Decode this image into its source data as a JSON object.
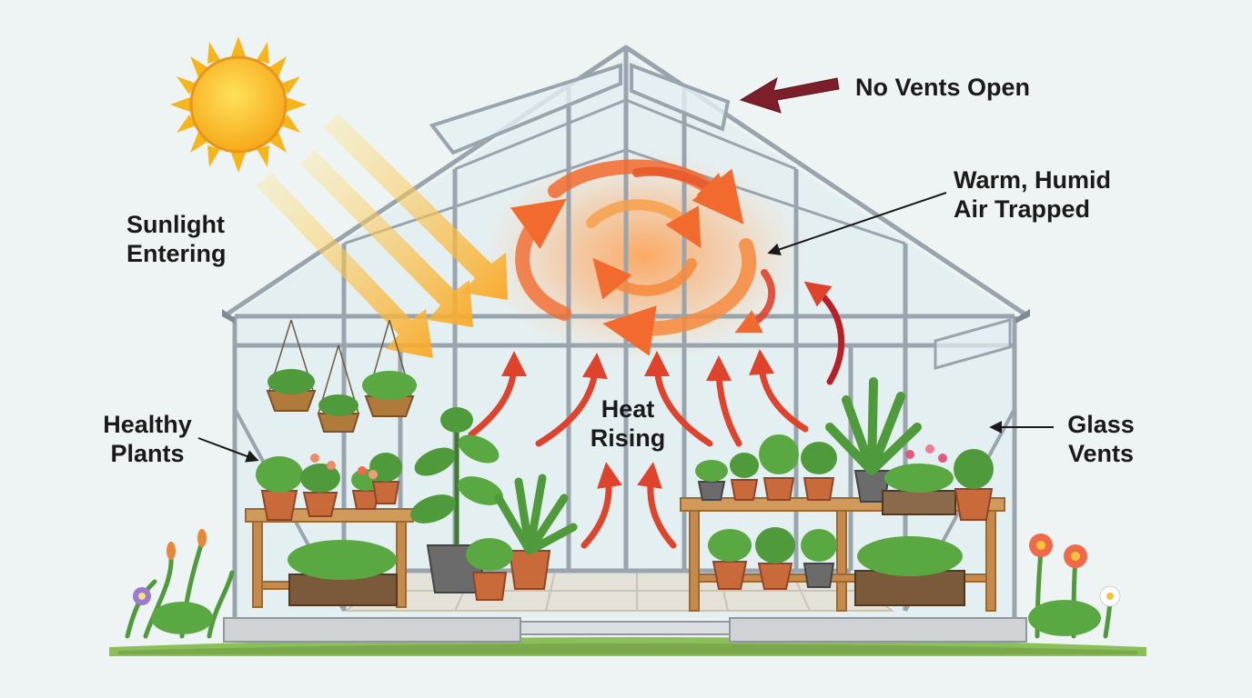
{
  "labels": {
    "sunlight": [
      "Sunlight",
      "Entering"
    ],
    "no_vents": "No Vents Open",
    "warm_air": [
      "Warm, Humid",
      "Air Trapped"
    ],
    "heat_rising": [
      "Heat",
      "Rising"
    ],
    "healthy_plants": [
      "Healthy",
      "Plants"
    ],
    "glass_vents": [
      "Glass",
      "Vents"
    ]
  },
  "colors": {
    "background": "#eef4f3",
    "frame": "#9aa4ad",
    "glass": "#dcebf0",
    "sun": "#f7b51c",
    "sunbeam": "#f9a825",
    "hot_air": "#f26a2e",
    "heat_arrow": "#e0432b",
    "vent_arrow": "#7d1f2a",
    "leaf": "#4f9a3a",
    "pot": "#c96a3a",
    "wood": "#c88a4a",
    "text": "#1a1a1a"
  },
  "icons": [
    "sun-icon",
    "hot-air-swirl-icon",
    "heat-arrow-icon",
    "pointer-arrow-icon",
    "plant-icon",
    "flower-icon"
  ]
}
